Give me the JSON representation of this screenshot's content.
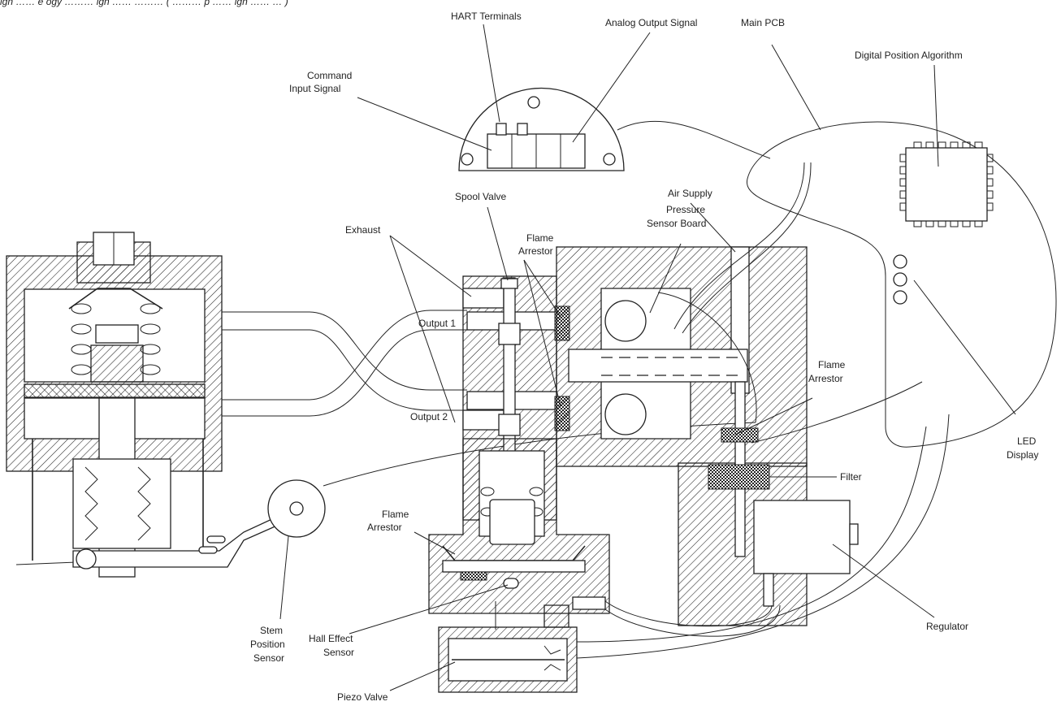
{
  "caption": "ign …… e ogy ……… ign …… ……… ( ……… p …… ign …… … )",
  "labels": {
    "hart_terminals": "HART Terminals",
    "analog_output_signal": "Analog Output Signal",
    "main_pcb": "Main PCB",
    "digital_position_algorithm": "Digital Position Algorithm",
    "command_line1": "Command",
    "command_line2": "Input Signal",
    "spool_valve": "Spool Valve",
    "pressure_line1": "Pressure",
    "pressure_line2": "Sensor Board",
    "air_supply": "Air Supply",
    "exhaust": "Exhaust",
    "flame_arrestor_1_line1": "Flame",
    "flame_arrestor_1_line2": "Arrestor",
    "output_1": "Output 1",
    "output_2": "Output 2",
    "flame_arrestor_2_line1": "Flame",
    "flame_arrestor_2_line2": "Arrestor",
    "led_line1": "LED",
    "led_line2": "Display",
    "filter": "Filter",
    "flame_arrestor_3_line1": "Flame",
    "flame_arrestor_3_line2": "Arrestor",
    "stem_line1": "Stem",
    "stem_line2": "Position",
    "stem_line3": "Sensor",
    "hall_line1": "Hall Effect",
    "hall_line2": "Sensor",
    "regulator": "Regulator",
    "piezo_valve": "Piezo Valve"
  }
}
